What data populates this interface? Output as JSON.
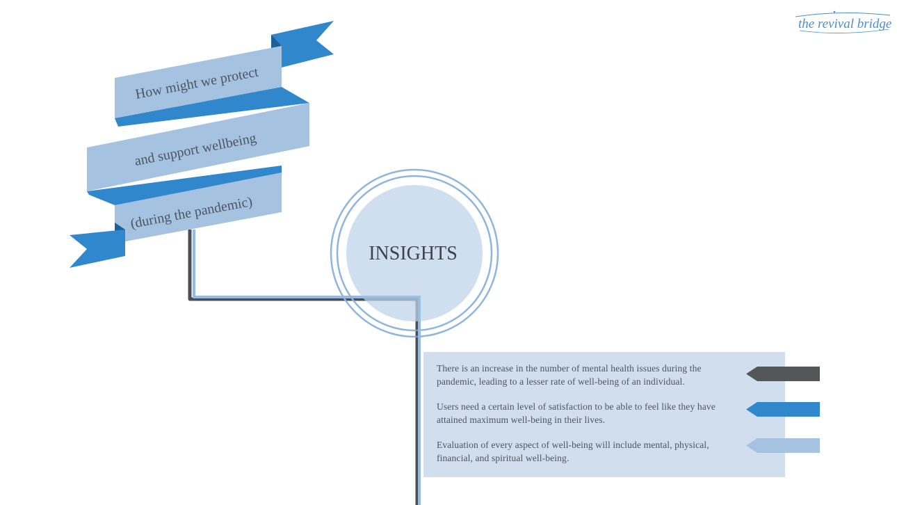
{
  "brand": {
    "name": "the revival bridge",
    "color": "#4a8fcf"
  },
  "ribbon": {
    "lines": [
      "How might we protect",
      "and support wellbeing",
      "(during the pandemic)"
    ],
    "colors": {
      "light": "#a5c2e0",
      "dark": "#3187cb"
    }
  },
  "center": {
    "title": "INSIGHTS",
    "fill": "#cfdff0",
    "ring": "#8fb5dc"
  },
  "insights": [
    {
      "text": "There is an increase in the number of mental health issues during the pandemic, leading to a lesser rate of well-being of an individual.",
      "marker_color": "#555658"
    },
    {
      "text": "Users need a certain level of satisfaction to be able to feel like they have attained maximum well-being in their lives.",
      "marker_color": "#3187cb"
    },
    {
      "text": "Evaluation of every aspect of well-being will include mental, physical, financial, and spiritual well-being.",
      "marker_color": "#a5c2e0"
    }
  ],
  "connector": {
    "dark": "#4a4f57",
    "light": "#8fbde8"
  }
}
